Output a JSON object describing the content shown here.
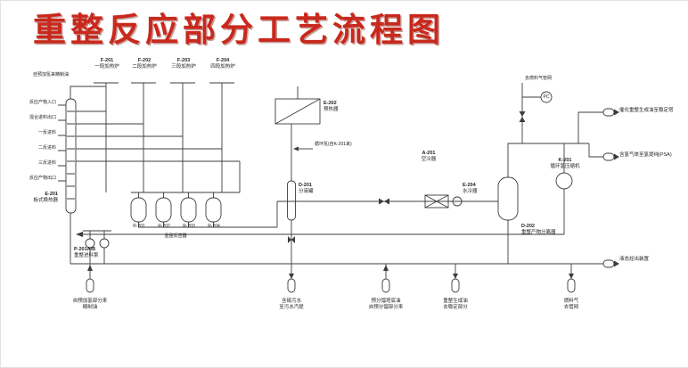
{
  "page": {
    "title": "重整反应部分工艺流程图"
  },
  "colors": {
    "title": "#c9281c",
    "line": "#3c3c3c"
  },
  "diagram": {
    "feed_note": "自预加氢来精制油",
    "heaters": [
      {
        "tag": "F-201",
        "name": "一段加热炉"
      },
      {
        "tag": "F-202",
        "name": "二段加热炉"
      },
      {
        "tag": "F-203",
        "name": "三段加热炉"
      },
      {
        "tag": "F-204",
        "name": "四段加热炉"
      }
    ],
    "exchanger_left": {
      "tag": "E-201",
      "name": "板式换热器"
    },
    "left_ports": [
      "反应产物入口",
      "混合进料出口",
      "一反进料",
      "二反进料",
      "三反进料",
      "反应产物出口"
    ],
    "exchanger_top": {
      "tag": "E-202",
      "name": "预热器"
    },
    "recycle_note": "循环氢(自K-201来)",
    "reactors": [
      {
        "tag": "R-201"
      },
      {
        "tag": "R-202"
      },
      {
        "tag": "R-203"
      },
      {
        "tag": "R-204"
      }
    ],
    "reactor_group": "重整反应器",
    "flash_drum": {
      "tag": "D-201",
      "name": "分液罐"
    },
    "air_cooler": {
      "tag": "A-201",
      "name": "空冷器"
    },
    "water_cooler": {
      "tag": "E-204",
      "name": "水冷器"
    },
    "separator": {
      "tag": "D-202",
      "name": "重整产物分离器"
    },
    "compressor": {
      "tag": "K-201",
      "name": "循环氢压缩机"
    },
    "pumps": {
      "tag": "P-201A/B",
      "name": "重整进料泵"
    },
    "fuel_gas_note": "去燃料气管网",
    "instrument_pc": "PC",
    "outputs": [
      {
        "label": "催化重整生成油至稳定塔"
      },
      {
        "label": "含氢气体至氢提纯(PSA)"
      },
      {
        "label": "液态烃出装置"
      }
    ],
    "bottom_streams": [
      {
        "line1": "自预加氢部分来",
        "line2": "精制油"
      },
      {
        "line1": "含硫污水",
        "line2": "至污水汽提"
      },
      {
        "line1": "预分馏塔底油",
        "line2": "自预分馏部分来"
      },
      {
        "line1": "重整生成油",
        "line2": "去稳定部分"
      },
      {
        "line1": "燃料气",
        "line2": "去管网"
      }
    ]
  }
}
